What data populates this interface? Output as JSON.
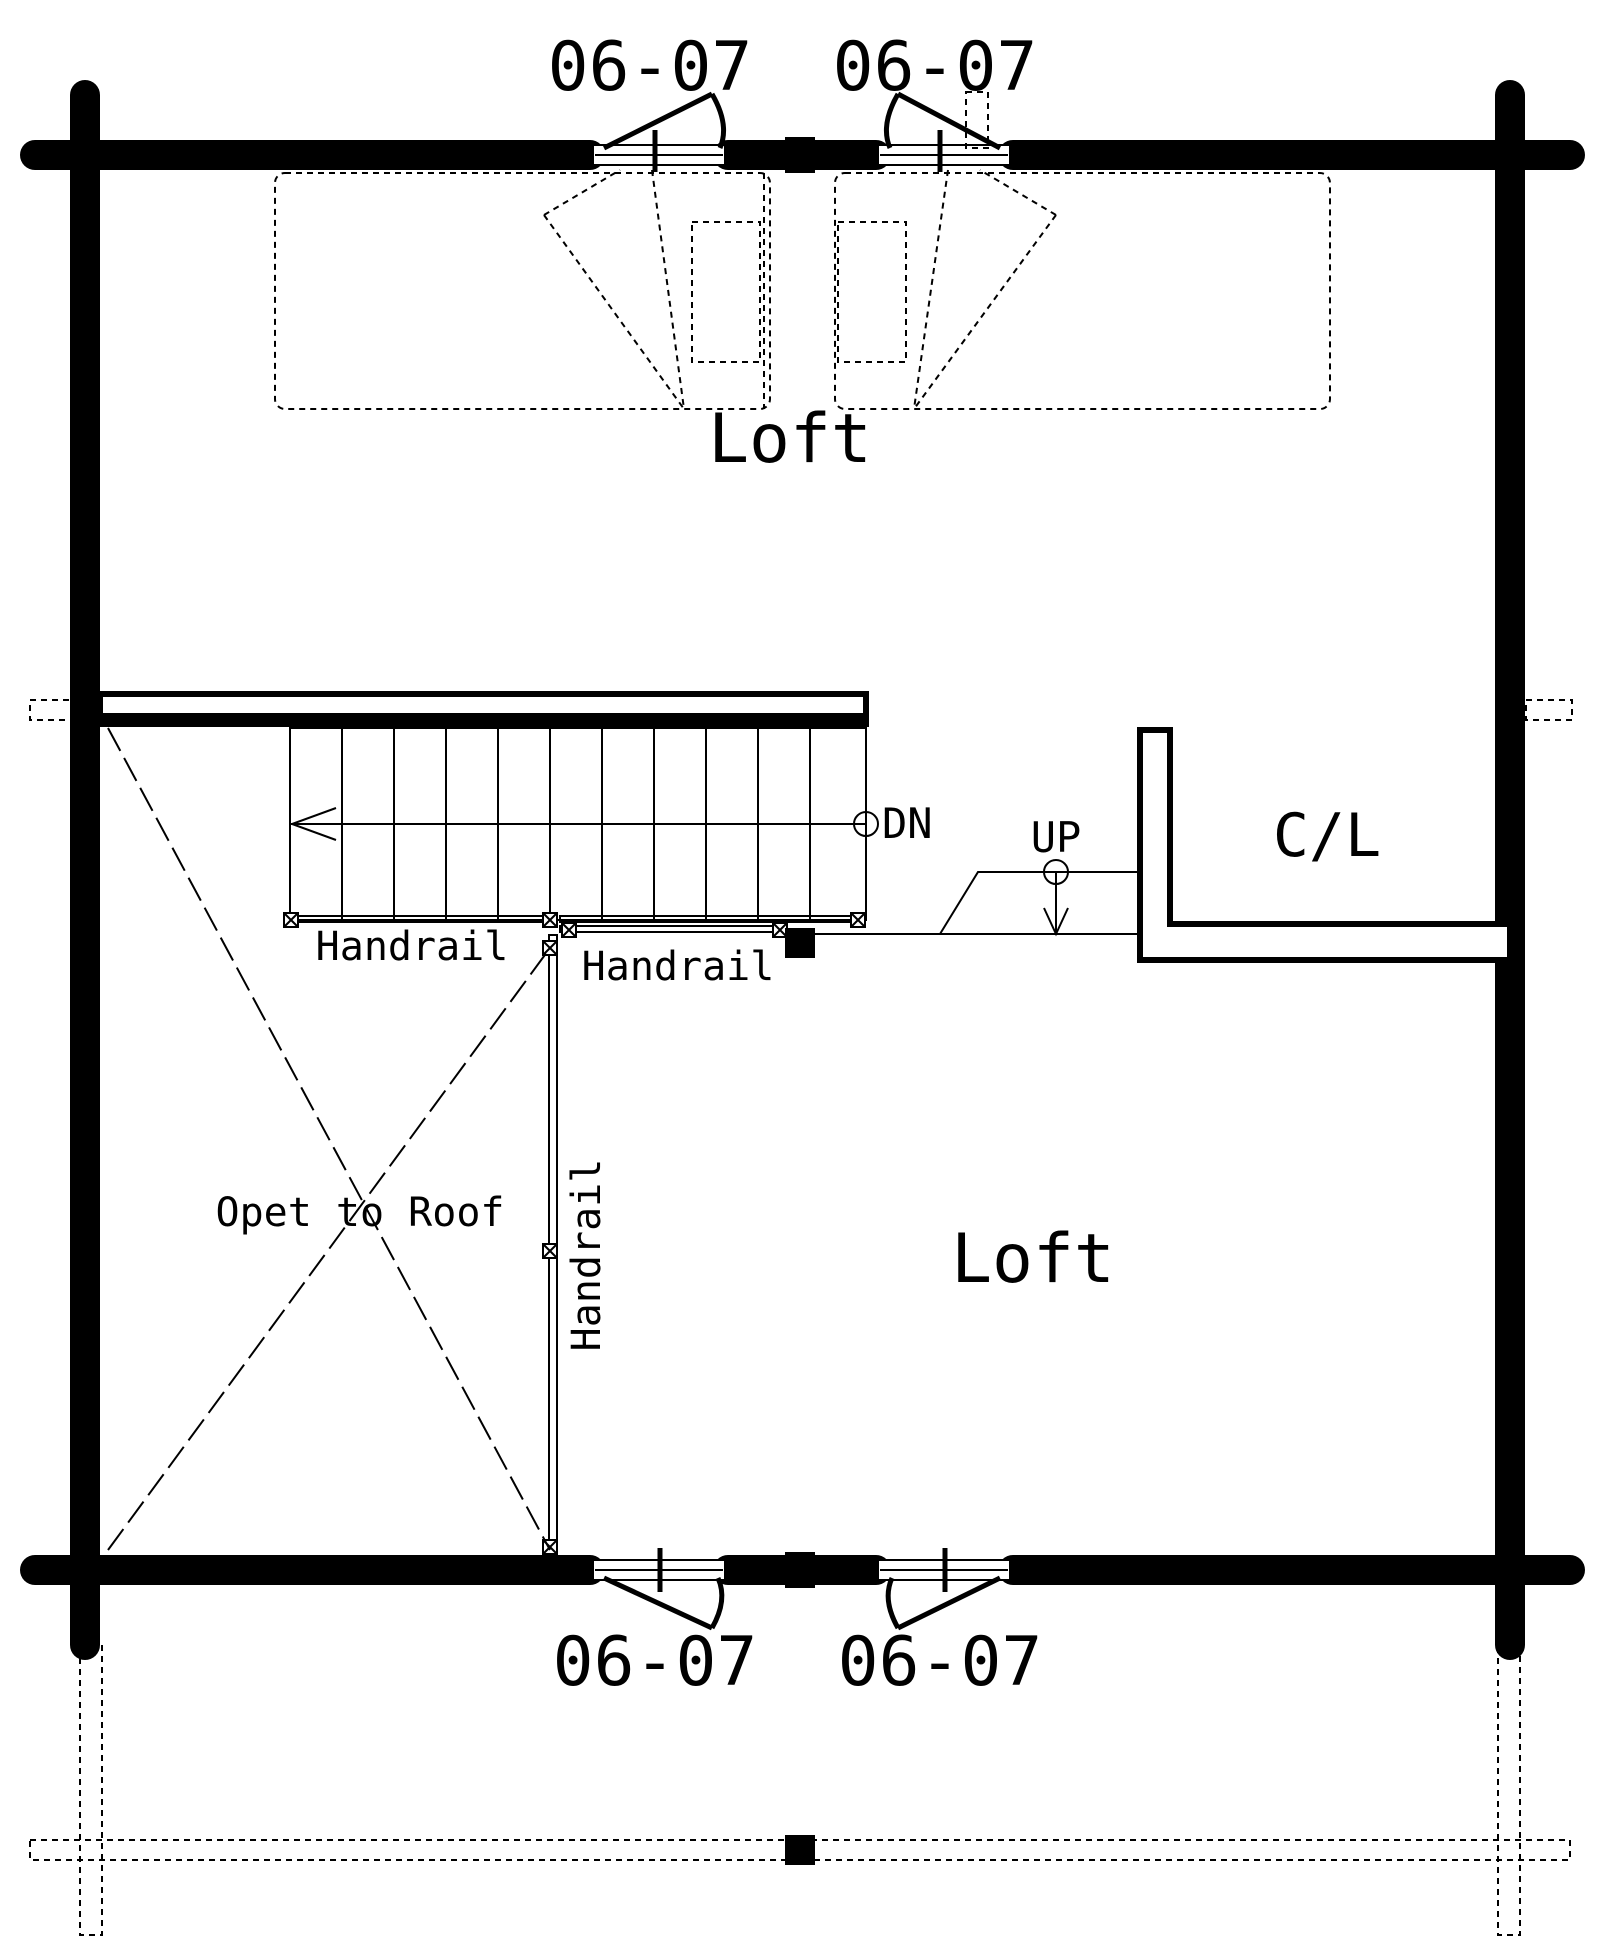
{
  "colors": {
    "ink": "#000000",
    "paper": "#ffffff"
  },
  "labels": {
    "window_top_left": "06-07",
    "window_top_right": "06-07",
    "window_bottom_left": "06-07",
    "window_bottom_right": "06-07",
    "loft_upper": "Loft",
    "loft_lower": "Loft",
    "closet": "C/L",
    "stair_down": "DN",
    "stair_up": "UP",
    "handrail_left": "Handrail",
    "handrail_right": "Handrail",
    "handrail_vertical": "Handrail",
    "open_to_roof": "Opet to Roof"
  }
}
